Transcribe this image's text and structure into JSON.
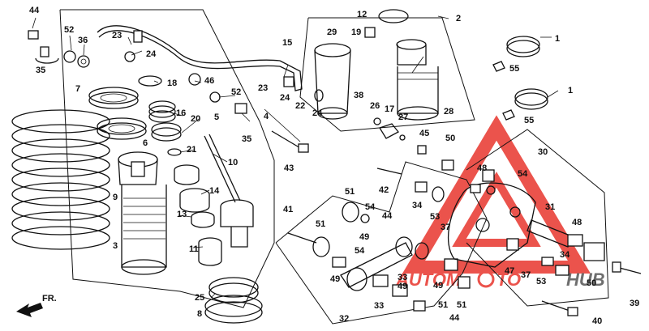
{
  "callouts": [
    "44",
    "52",
    "36",
    "35",
    "7",
    "6",
    "9",
    "3",
    "23",
    "24",
    "18",
    "16",
    "20",
    "5",
    "21",
    "10",
    "14",
    "13",
    "11",
    "25",
    "8",
    "46",
    "52",
    "35",
    "15",
    "29",
    "12",
    "2",
    "19",
    "38",
    "26",
    "17",
    "27",
    "28",
    "1",
    "55",
    "1",
    "55",
    "24",
    "22",
    "24",
    "23",
    "4",
    "43",
    "45",
    "50",
    "30",
    "48",
    "54",
    "42",
    "51",
    "54",
    "44",
    "34",
    "53",
    "31",
    "48",
    "37",
    "41",
    "51",
    "49",
    "54",
    "49",
    "33",
    "49",
    "33",
    "51",
    "44",
    "32",
    "47",
    "37",
    "53",
    "50",
    "34",
    "39",
    "40",
    "49",
    "51"
  ],
  "fr_label": "FR.",
  "watermark": {
    "prefix": "AUTOM",
    "suffix": "TO",
    "hub": "HUB",
    "brand_color": "#e8362d"
  }
}
